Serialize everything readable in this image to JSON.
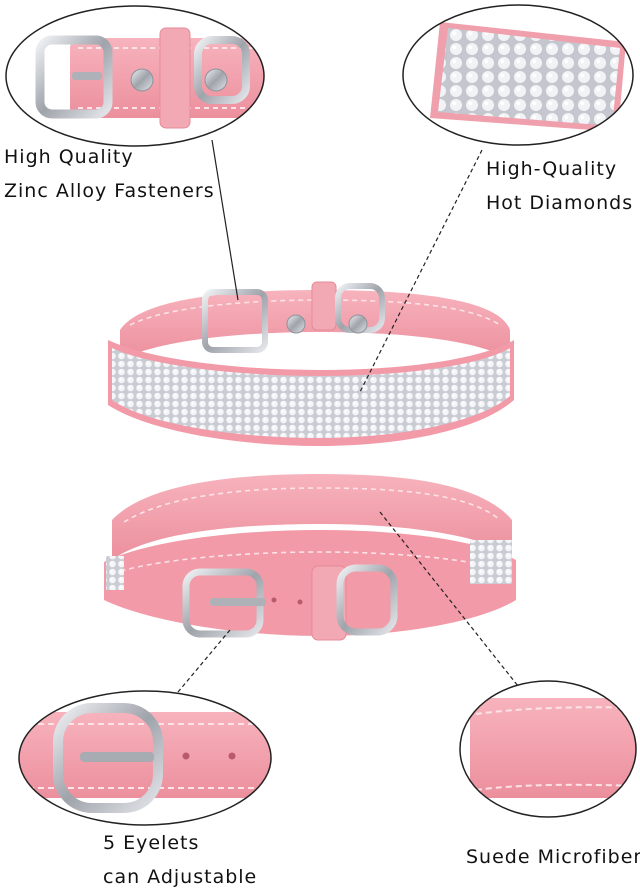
{
  "callouts": {
    "fasteners": {
      "line1": "High Quality",
      "line2": "Zinc Alloy Fasteners",
      "icon": "buckle-closeup"
    },
    "diamonds": {
      "line1": "High-Quality",
      "line2": "Hot Diamonds",
      "icon": "rhinestone-closeup"
    },
    "eyelets": {
      "line1": "5 Eyelets",
      "line2": "can Adjustable",
      "icon": "buckle-eyelet-closeup"
    },
    "suede": {
      "line1": "Suede Microfiber",
      "icon": "suede-closeup"
    }
  },
  "colors": {
    "collar_pink": "#f19aa6",
    "collar_pink_light": "#f7b6bf",
    "collar_pink_dark": "#e07c8b",
    "stitch": "#fbe3e7",
    "metal": "#b9bcc2",
    "rhinestone": "#eef0f4",
    "outline": "#222222"
  }
}
